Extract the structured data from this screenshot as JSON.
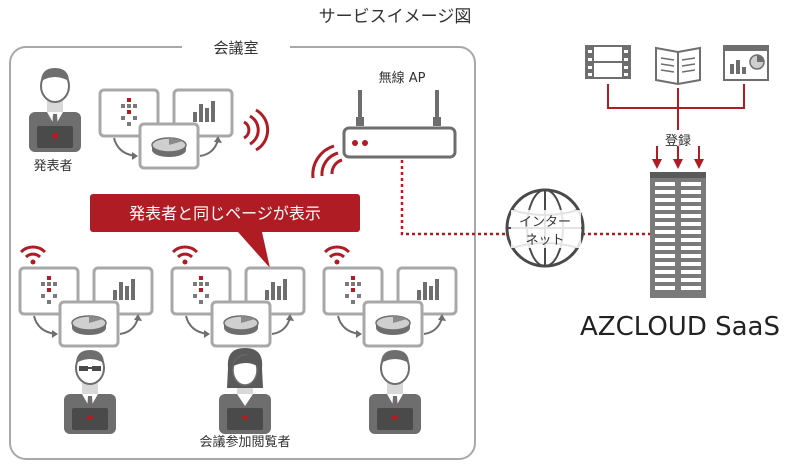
{
  "title": "サービスイメージ図",
  "meeting_room_label": "会議室",
  "presenter_label": "発表者",
  "callout_text": "発表者と同じページが表示",
  "participants_label": "会議参加閲覧者",
  "ap_label": "無線 AP",
  "internet_label_line1": "インター",
  "internet_label_line2": "ネット",
  "register_label": "登録",
  "product_name": "AZCLOUD SaaS",
  "content_icons": [
    "video-file-icon",
    "document-icon",
    "presentation-icon"
  ],
  "colors": {
    "accent_red": "#b01c24",
    "icon_gray": "#6e6e6e",
    "frame_gray": "#a8a8a8",
    "screen_white": "#ffffff"
  }
}
